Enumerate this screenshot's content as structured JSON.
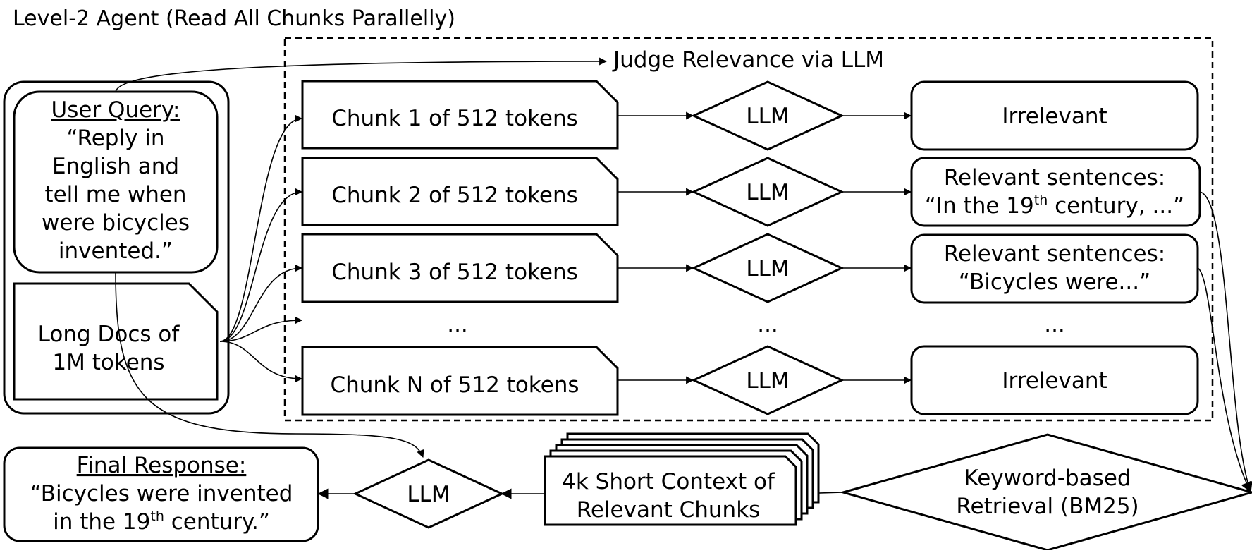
{
  "title": "Level-2 Agent (Read All Chunks Parallelly)",
  "judge_label": "Judge Relevance via LLM",
  "user_query": {
    "heading": "User Query:",
    "lines": [
      "“Reply in",
      "English and",
      "tell me when",
      "were bicycles",
      "invented.”"
    ]
  },
  "long_docs": {
    "lines": [
      "Long Docs of",
      "1M tokens"
    ]
  },
  "chunks": [
    "Chunk 1 of 512 tokens",
    "Chunk 2 of 512 tokens",
    "Chunk 3 of 512 tokens",
    "Chunk N of 512 tokens"
  ],
  "ellipsis": "...",
  "llm_label": "LLM",
  "results": [
    {
      "line1": "Irrelevant"
    },
    {
      "line1": "Relevant sentences:",
      "line2_pre": "“In the 19",
      "line2_sup": "th",
      "line2_post": " century, ...”"
    },
    {
      "line1": "Relevant sentences:",
      "line2": "“Bicycles were...”"
    },
    {
      "line1": "Irrelevant"
    }
  ],
  "retrieval": {
    "lines": [
      "Keyword-based",
      "Retrieval (BM25)"
    ]
  },
  "short_context": {
    "lines": [
      "4k Short Context of",
      "Relevant Chunks"
    ]
  },
  "final_response": {
    "heading": "Final Response:",
    "line1": "“Bicycles were invented",
    "line2_pre": "in the 19",
    "line2_sup": "th",
    "line2_post": " century.”"
  }
}
